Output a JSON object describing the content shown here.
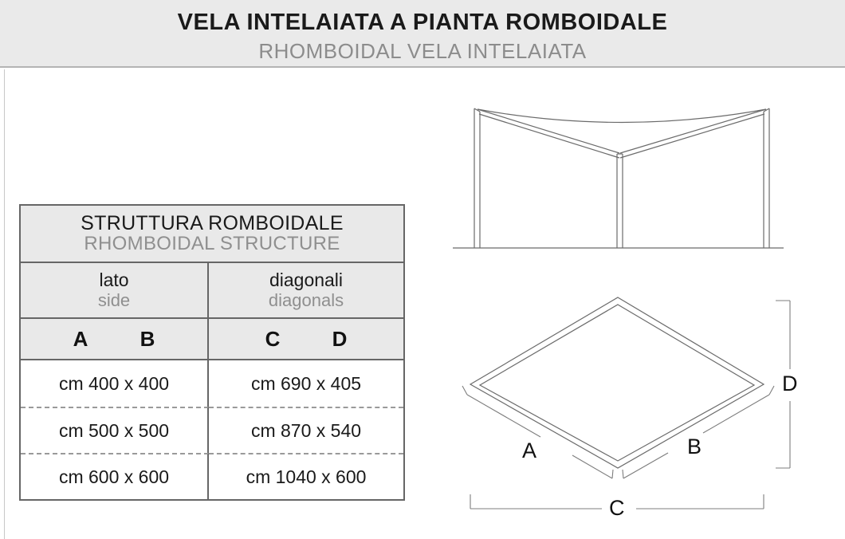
{
  "header": {
    "title_it": "VELA INTELAIATA A PIANTA ROMBOIDALE",
    "title_en": "RHOMBOIDAL VELA INTELAIATA",
    "title_color": "#1a1a1a",
    "subtitle_color": "#8c8c8c",
    "band_color": "#eaeaea"
  },
  "table": {
    "head_title_it": "STRUTTURA ROMBOIDALE",
    "head_title_en": "RHOMBOIDAL STRUCTURE",
    "columns": [
      {
        "label_it": "lato",
        "label_en": "side",
        "letters": [
          "A",
          "B"
        ]
      },
      {
        "label_it": "diagonali",
        "label_en": "diagonals",
        "letters": [
          "C",
          "D"
        ]
      }
    ],
    "rows": [
      {
        "side": "cm 400 x 400",
        "diagonals": "cm 690 x 405"
      },
      {
        "side": "cm 500 x 500",
        "diagonals": "cm 870 x 540"
      },
      {
        "side": "cm 600 x 600",
        "diagonals": "cm 1040 x 600"
      }
    ],
    "header_bg": "#e9e9e9",
    "border_color": "#666666",
    "divider_color": "#9a9a9a"
  },
  "drawings": {
    "elevation": {
      "name": "elevation-view",
      "line_color": "#6b6b6b",
      "ground_color": "#6b6b6b"
    },
    "plan": {
      "name": "plan-view",
      "line_color": "#6b6b6b",
      "dimension_color": "#7d7d7d",
      "labels": {
        "a": "A",
        "b": "B",
        "c": "C",
        "d": "D"
      }
    }
  }
}
